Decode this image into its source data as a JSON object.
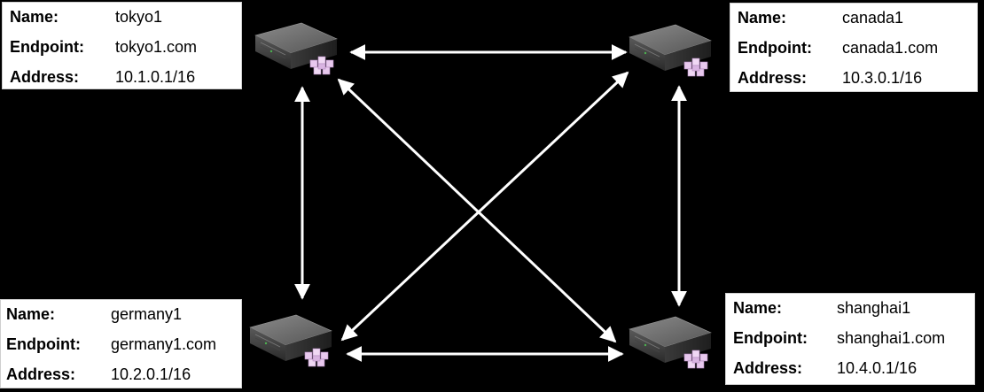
{
  "labels": {
    "name": "Name:",
    "endpoint": "Endpoint:",
    "address": "Address:"
  },
  "nodes": [
    {
      "id": "tokyo",
      "name": "tokyo1",
      "endpoint": "tokyo1.com",
      "address": "10.1.0.1/16",
      "icon": "server-icon"
    },
    {
      "id": "canada",
      "name": "canada1",
      "endpoint": "canada1.com",
      "address": "10.3.0.1/16",
      "icon": "server-icon"
    },
    {
      "id": "germany",
      "name": "germany1",
      "endpoint": "germany1.com",
      "address": "10.2.0.1/16",
      "icon": "server-icon"
    },
    {
      "id": "shanghai",
      "name": "shanghai1",
      "endpoint": "shanghai1.com",
      "address": "10.4.0.1/16",
      "icon": "server-icon"
    }
  ],
  "links": [
    {
      "from": "tokyo",
      "to": "canada",
      "direction": "bidirectional"
    },
    {
      "from": "tokyo",
      "to": "germany",
      "direction": "bidirectional"
    },
    {
      "from": "canada",
      "to": "shanghai",
      "direction": "bidirectional"
    },
    {
      "from": "germany",
      "to": "shanghai",
      "direction": "bidirectional"
    },
    {
      "from": "tokyo",
      "to": "shanghai",
      "direction": "bidirectional"
    },
    {
      "from": "canada",
      "to": "germany",
      "direction": "bidirectional"
    }
  ],
  "colors": {
    "background": "#000000",
    "link": "#ffffff",
    "box": "#ffffff"
  }
}
